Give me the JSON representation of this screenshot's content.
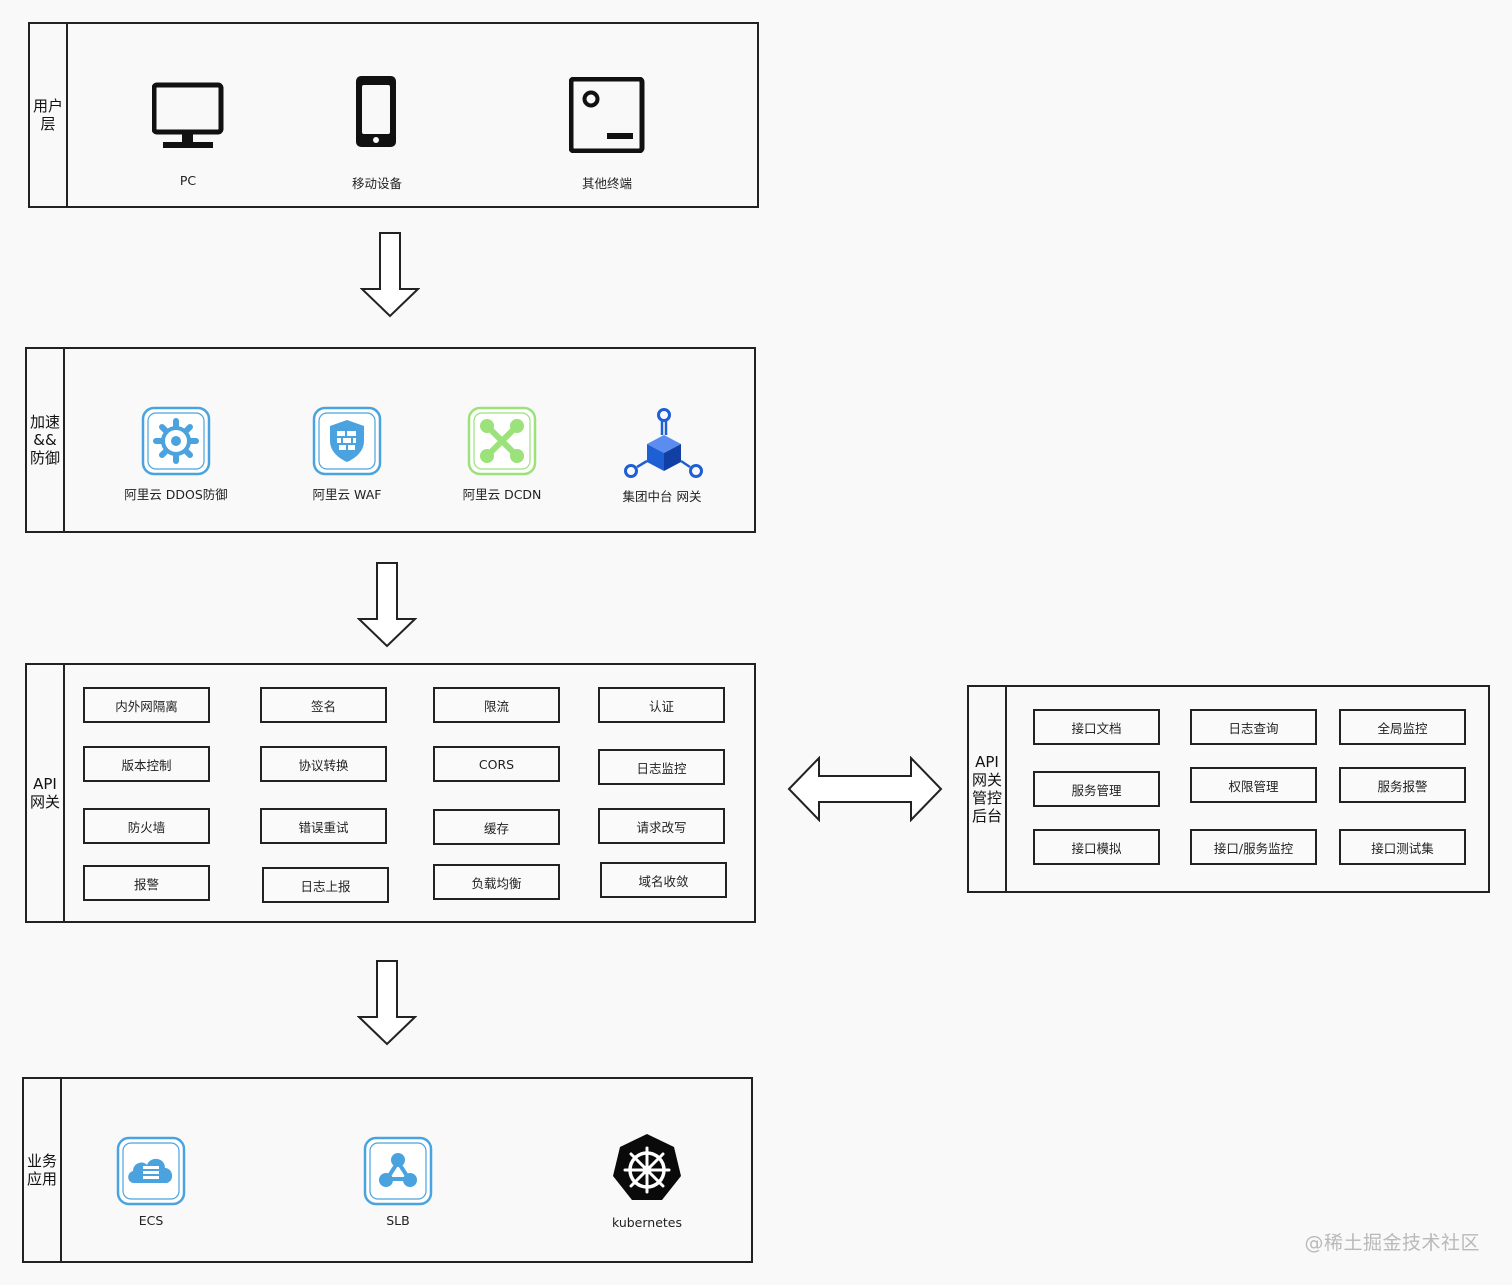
{
  "layers": {
    "user": {
      "label": "用户\n层",
      "items": [
        {
          "name": "PC",
          "icon": "monitor-icon"
        },
        {
          "name": "移动设备",
          "icon": "mobile-phone-icon"
        },
        {
          "name": "其他终端",
          "icon": "terminal-icon"
        }
      ]
    },
    "accel": {
      "label": "加速\n&&\n防御",
      "items": [
        {
          "name": "阿里云 DDOS防御",
          "icon": "ddos-gear-icon"
        },
        {
          "name": "阿里云 WAF",
          "icon": "waf-shield-icon"
        },
        {
          "name": "阿里云 DCDN",
          "icon": "dcdn-network-icon"
        },
        {
          "name": "集团中台 网关",
          "icon": "gateway-cube-icon"
        }
      ]
    },
    "gateway": {
      "label": "API\n网关",
      "features": [
        [
          "内外网隔离",
          "签名",
          "限流",
          "认证"
        ],
        [
          "版本控制",
          "协议转换",
          "CORS",
          "日志监控"
        ],
        [
          "防火墙",
          "错误重试",
          "缓存",
          "请求改写"
        ],
        [
          "报警",
          "日志上报",
          "负载均衡",
          "域名收敛"
        ]
      ]
    },
    "admin": {
      "label": "API\n网关\n管控\n后台",
      "features": [
        [
          "接口文档",
          "日志查询",
          "全局监控"
        ],
        [
          "服务管理",
          "权限管理",
          "服务报警"
        ],
        [
          "接口模拟",
          "接口/服务监控",
          "接口测试集"
        ]
      ]
    },
    "business": {
      "label": "业务\n应用",
      "items": [
        {
          "name": "ECS",
          "icon": "ecs-cloud-icon"
        },
        {
          "name": "SLB",
          "icon": "slb-nodes-icon"
        },
        {
          "name": "kubernetes",
          "icon": "kubernetes-helm-icon"
        }
      ]
    }
  },
  "colors": {
    "aliyun_blue": "#4aa3df",
    "dcdn_green": "#9be27a",
    "gateway_blue": "#1f5fd6"
  },
  "watermark": "@稀土掘金技术社区"
}
